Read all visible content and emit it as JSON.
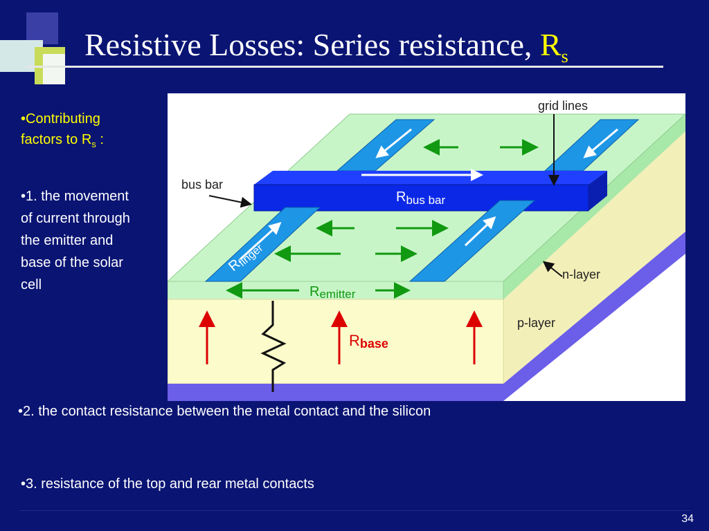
{
  "title": {
    "main": "Resistive Losses: Series resistance, ",
    "symbol": "R",
    "subscript": "s"
  },
  "bullets": {
    "contrib_line1": "•Contributing",
    "contrib_line2": "factors to R",
    "contrib_sub": "s",
    "contrib_end": " :",
    "b1_lines": [
      "•1. the movement",
      "of current through",
      "the emitter and",
      "base of the solar",
      "cell"
    ],
    "b2": "•2. the contact resistance between the metal contact and the silicon",
    "b3": "•3.  resistance of the top and rear metal contacts"
  },
  "diagram": {
    "label_grid_lines": "grid lines",
    "label_bus_bar": "bus bar",
    "label_n_layer": "n-layer",
    "label_p_layer": "p-layer",
    "r_bus_main": "R",
    "r_bus_sub": "bus bar",
    "r_finger_main": "R",
    "r_finger_sub": "finger",
    "r_emitter_main": "R",
    "r_emitter_sub": "emitter",
    "r_base_main": "R",
    "r_base_sub": "base"
  },
  "slide_number": "34",
  "colors": {
    "background": "#0a1473",
    "accent_yellow": "#ffff00",
    "emitter_green": "#c8f5c8",
    "base_cream": "#fbfbcc",
    "metal_blue": "#1e96e6",
    "bus_blue": "#0a28e6"
  }
}
